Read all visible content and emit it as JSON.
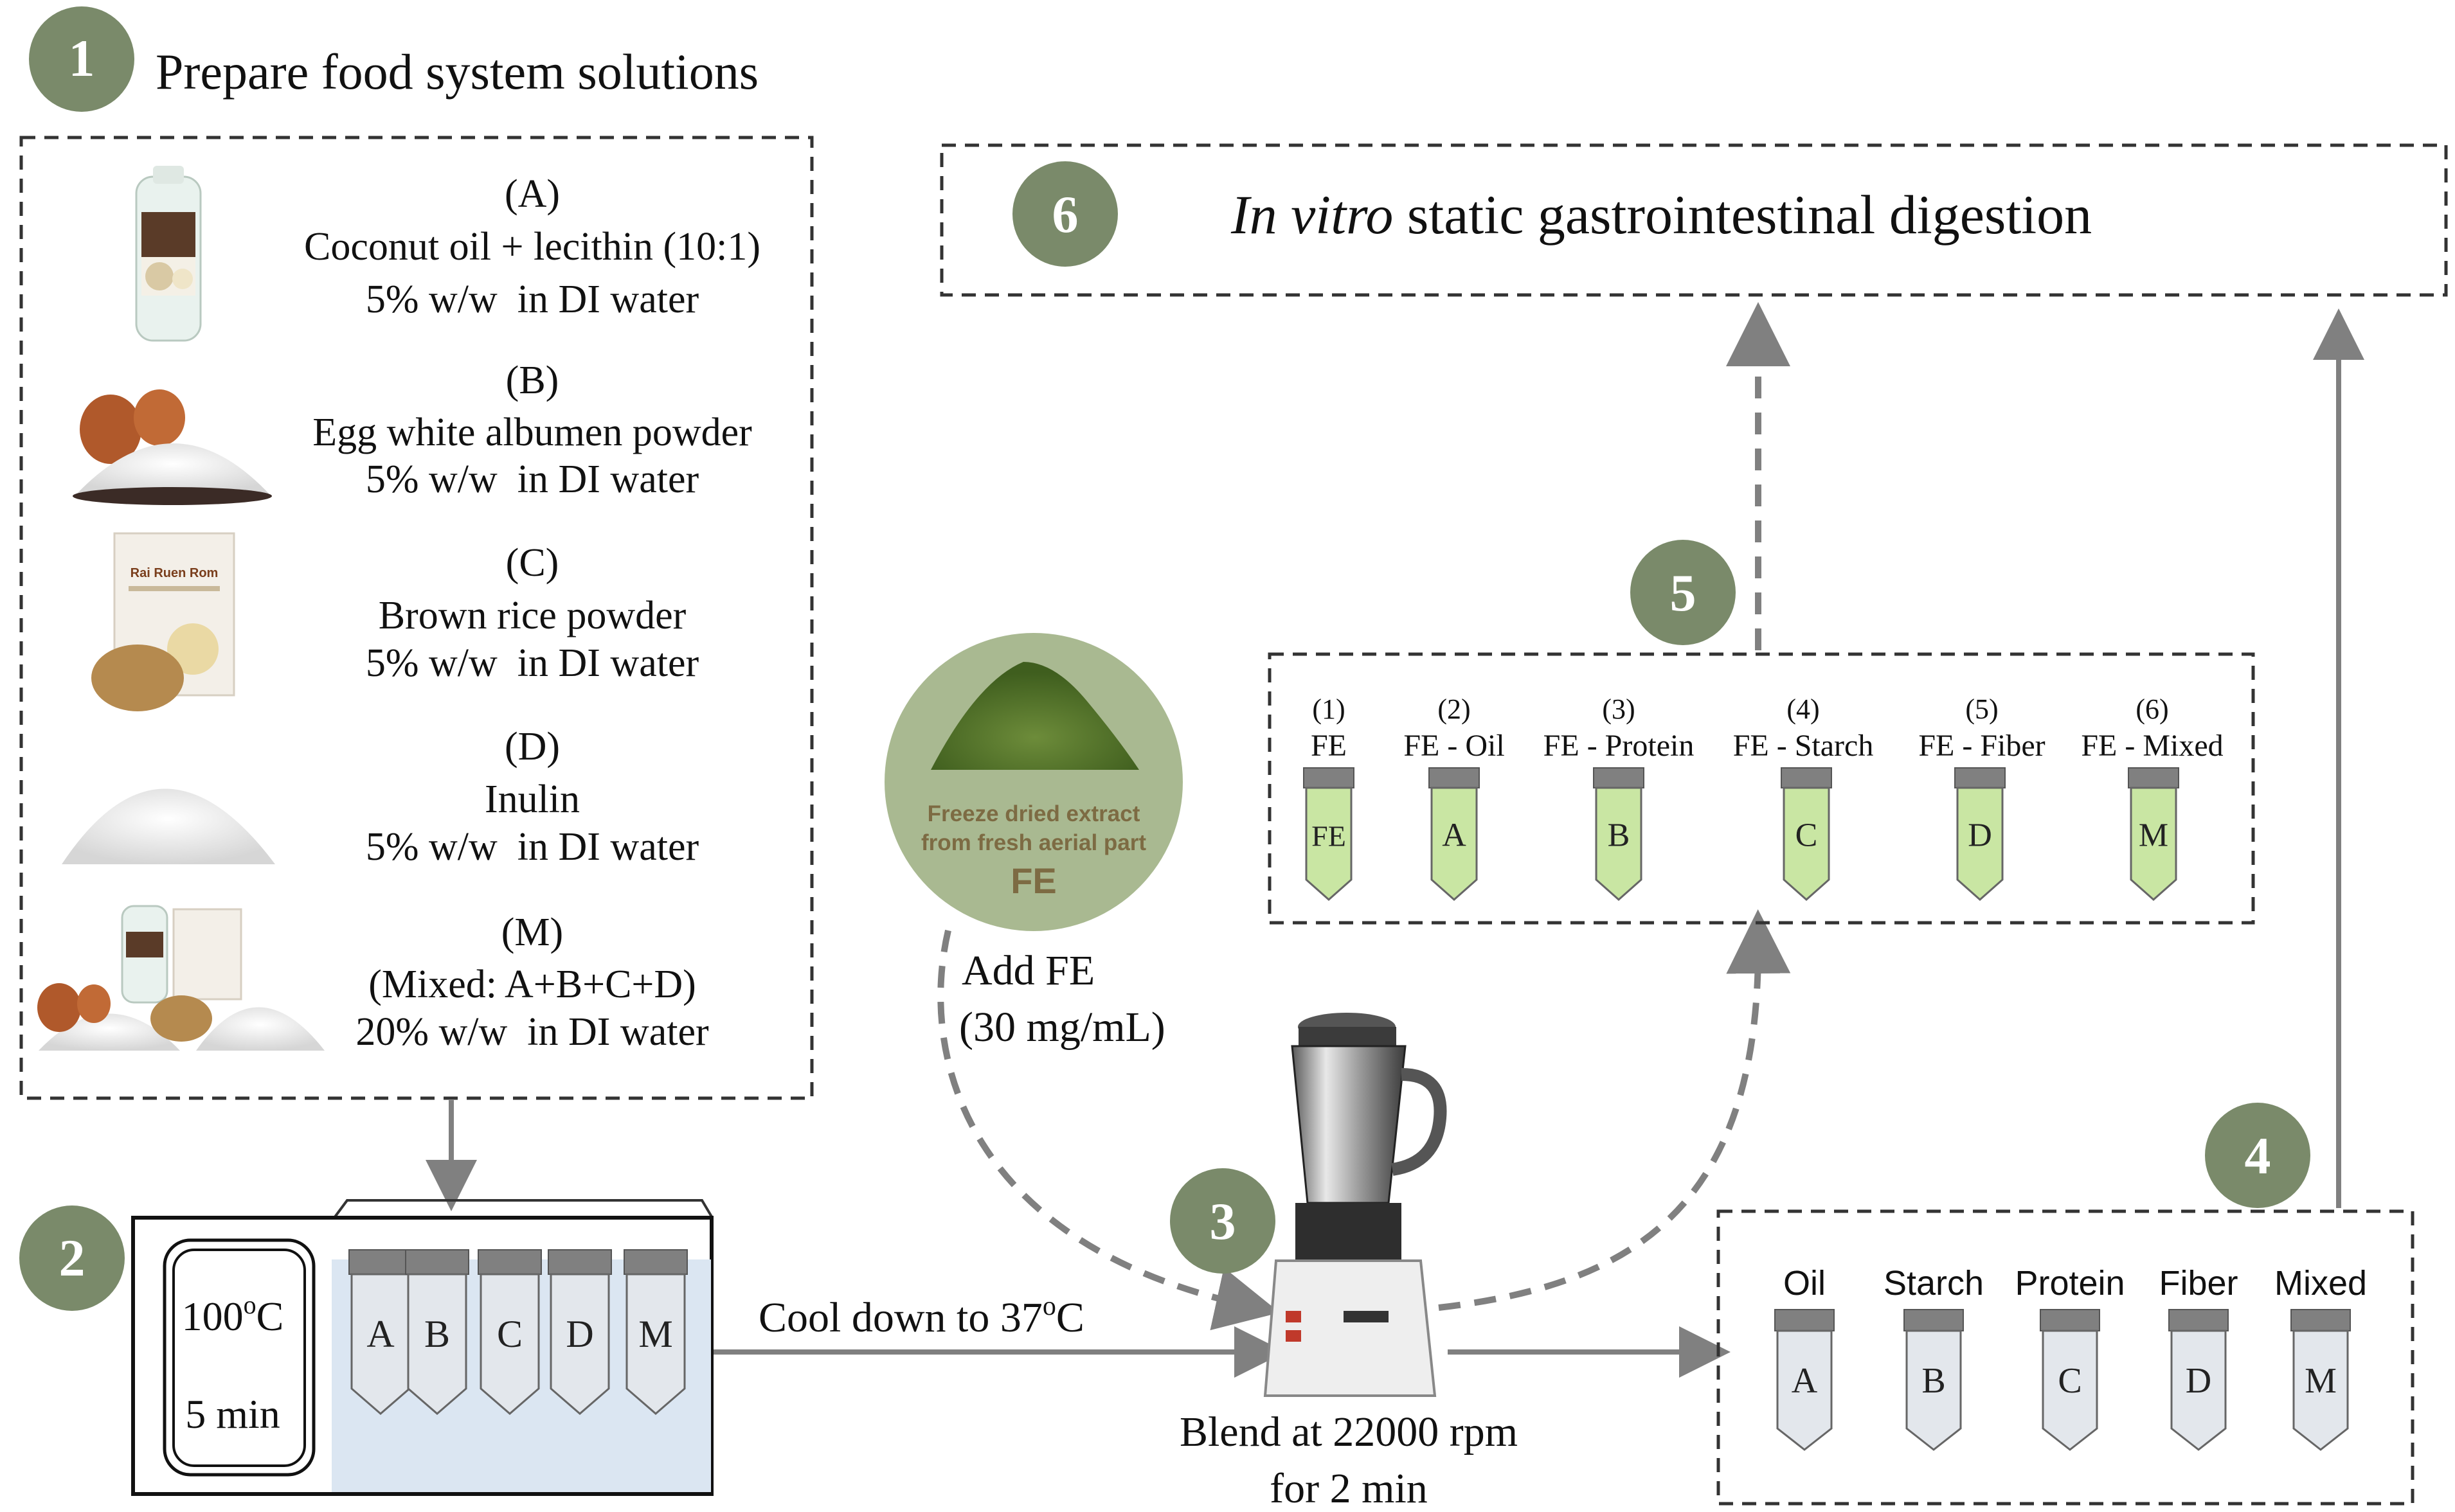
{
  "step1": {
    "badge": "1",
    "title": "Prepare food system solutions",
    "items": [
      {
        "letter": "(A)",
        "name": "Coconut oil + lecithin (10:1)",
        "conc": "5% w/w  in DI water"
      },
      {
        "letter": "(B)",
        "name": "Egg white albumen powder",
        "conc": "5% w/w  in DI water"
      },
      {
        "letter": "(C)",
        "name": "Brown rice powder",
        "conc": "5% w/w  in DI water"
      },
      {
        "letter": "(D)",
        "name": "Inulin",
        "conc": "5% w/w  in DI water"
      },
      {
        "letter": "(M)",
        "name": "(Mixed: A+B+C+D)",
        "conc": "20% w/w  in DI water"
      }
    ],
    "package_label": "Rai Ruen Rom"
  },
  "step2": {
    "badge": "2",
    "temp_main": "100",
    "temp_sup": "o",
    "temp_unit": "C",
    "time": "5 min",
    "tubes": [
      "A",
      "B",
      "C",
      "D",
      "M"
    ],
    "cool_main": "Cool down to 37",
    "cool_sup": "o",
    "cool_unit": "C"
  },
  "extract": {
    "line1": "Freeze dried extract",
    "line2": "from fresh aerial part",
    "abbr": "FE",
    "add_line1": "Add FE",
    "add_line2": "(30 mg/mL)"
  },
  "step3": {
    "badge": "3",
    "blend_line1": "Blend at 22000 rpm",
    "blend_line2": "for 2 min"
  },
  "step4": {
    "badge": "4",
    "tubes": [
      {
        "label": "Oil",
        "letter": "A"
      },
      {
        "label": "Starch",
        "letter": "B"
      },
      {
        "label": "Protein",
        "letter": "C"
      },
      {
        "label": "Fiber",
        "letter": "D"
      },
      {
        "label": "Mixed",
        "letter": "M"
      }
    ]
  },
  "step5": {
    "badge": "5",
    "tubes": [
      {
        "num": "(1)",
        "label": "FE",
        "letter": "FE"
      },
      {
        "num": "(2)",
        "label": "FE - Oil",
        "letter": "A"
      },
      {
        "num": "(3)",
        "label": "FE - Protein",
        "letter": "B"
      },
      {
        "num": "(4)",
        "label": "FE - Starch",
        "letter": "C"
      },
      {
        "num": "(5)",
        "label": "FE - Fiber",
        "letter": "D"
      },
      {
        "num": "(6)",
        "label": "FE - Mixed",
        "letter": "M"
      }
    ]
  },
  "step6": {
    "badge": "6",
    "title_italic": "In vitro",
    "title_rest": " static gastrointestinal digestion"
  },
  "colors": {
    "badge": "#7a8a6a",
    "badge_text": "#ffffff",
    "arrow": "#808080",
    "tube_cap": "#808080",
    "tube_green": "#c9e6a3",
    "tube_gray": "#e3e7ec",
    "water": "#dbe6f2",
    "extract_circle": "#a9b991",
    "extract_text": "#7d6b43"
  }
}
